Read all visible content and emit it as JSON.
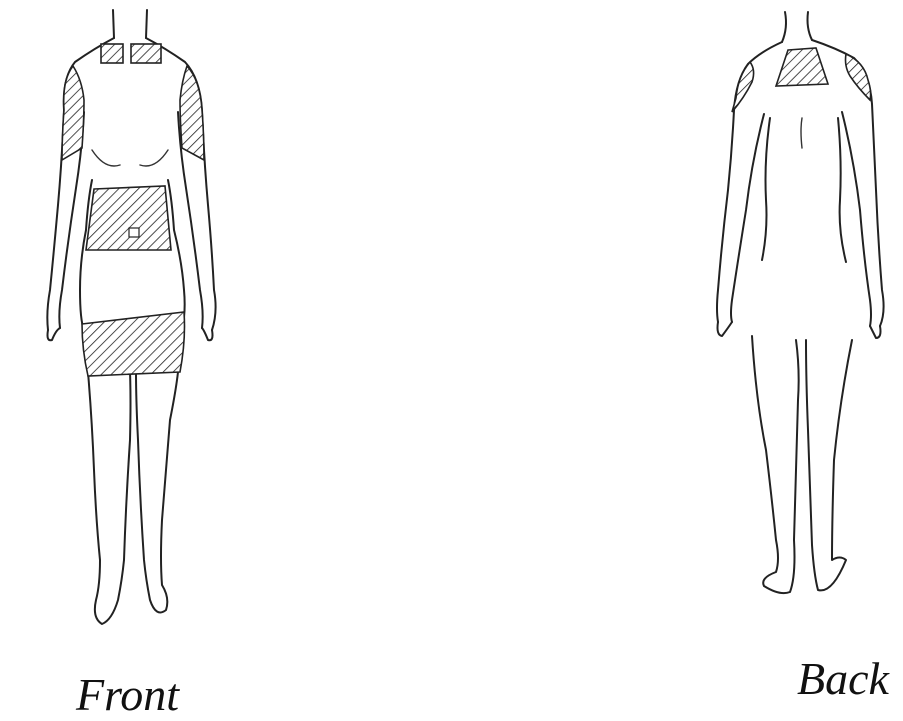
{
  "figures": {
    "front": {
      "label": "Front",
      "hatched_zones": [
        "upper-chest-left",
        "upper-chest-right",
        "left-upper-arm",
        "right-upper-arm",
        "abdomen",
        "thighs"
      ]
    },
    "back": {
      "label": "Back",
      "hatched_zones": [
        "upper-back",
        "left-shoulder",
        "right-shoulder"
      ]
    }
  }
}
